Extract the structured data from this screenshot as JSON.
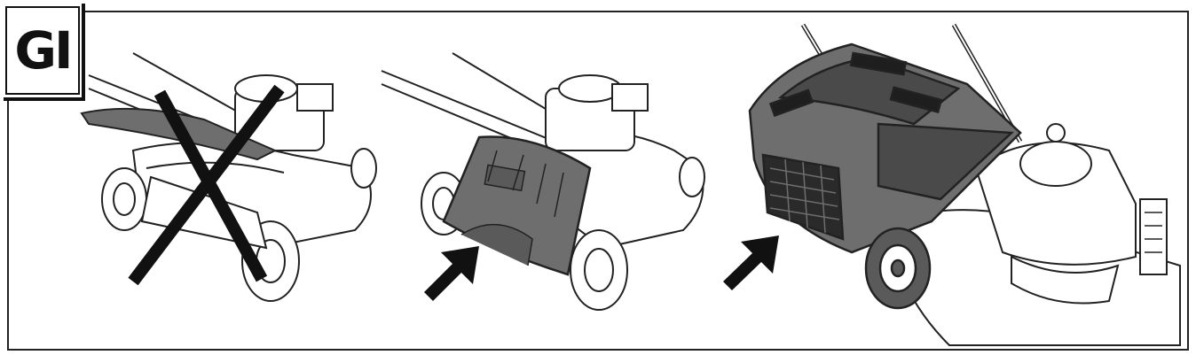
{
  "figure": {
    "label": "GI",
    "panels": [
      {
        "id": "panel-1",
        "state": "incorrect",
        "mark": "cross"
      },
      {
        "id": "panel-2",
        "state": "correct",
        "mark": "arrow"
      },
      {
        "id": "panel-3",
        "state": "correct",
        "mark": "arrow"
      }
    ]
  },
  "colors": {
    "line": "#222222",
    "grass_bag": "#6e6e6e",
    "grass_bag_dark": "#4a4a4a",
    "mark": "#111111"
  }
}
